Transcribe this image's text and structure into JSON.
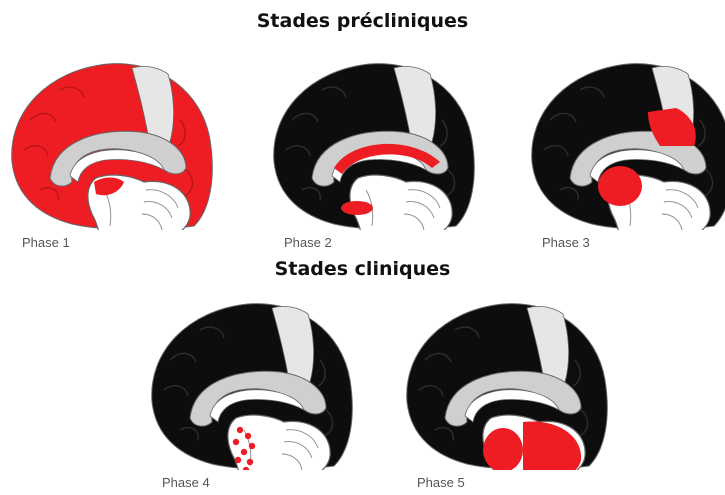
{
  "sections": [
    {
      "heading": "Stades précliniques"
    },
    {
      "heading": "Stades cliniques"
    }
  ],
  "colors": {
    "affected": "#ee1d23",
    "healthy": "#0d0d0d",
    "parietal_band": "#e6e6e6",
    "inner_structure": "#cfcfcf",
    "brainstem": "#ffffff",
    "outline": "#666666",
    "caption": "#555555"
  },
  "phases": [
    {
      "label": "Phase 1",
      "affected_regions": [
        "cortex",
        "corpus-callosum",
        "brainstem-upper"
      ]
    },
    {
      "label": "Phase 2",
      "affected_regions": [
        "callosal-arc",
        "amygdala"
      ]
    },
    {
      "label": "Phase 3",
      "affected_regions": [
        "parietal-spot",
        "thalamus"
      ]
    },
    {
      "label": "Phase 4",
      "affected_regions": [
        "midbrain-speckle"
      ]
    },
    {
      "label": "Phase 5",
      "affected_regions": [
        "cerebellum",
        "pons"
      ]
    }
  ]
}
